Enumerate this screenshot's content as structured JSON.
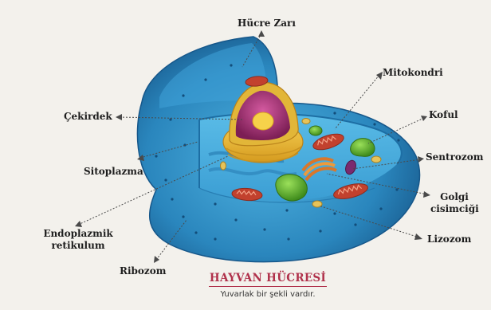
{
  "title": "HAYVAN HÜCRESİ",
  "subtitle": "Yuvarlak bir şekli vardır.",
  "labels": {
    "hucre_zari": "Hücre Zarı",
    "mitokondri": "Mitokondri",
    "cekirdek": "Çekirdek",
    "koful": "Koful",
    "sitoplazma": "Sitoplazma",
    "sentrozom": "Sentrozom",
    "golgi": "Golgi cisimciği",
    "endoplazmik": "Endoplazmik retikulum",
    "lizozom": "Lizozom",
    "ribozom": "Ribozom"
  },
  "colors": {
    "cytoplasm": "#2f8fc4",
    "membrane": "#1a6aa6",
    "nucleus_envelope": "#e9b82c",
    "nucleus_interior": "#9a2a6a",
    "nucleolus": "#f6d24a",
    "mitochondria": "#c2412e",
    "vacuole": "#5cae2e",
    "caption": "#b0314b"
  }
}
